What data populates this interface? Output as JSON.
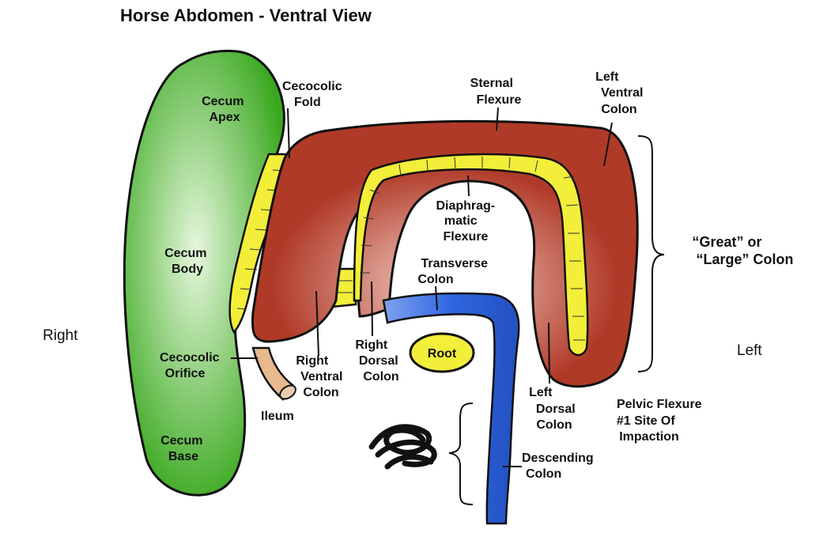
{
  "title": "Horse Abdomen - Ventral View",
  "sides": {
    "right": "Right",
    "left": "Left"
  },
  "labels": {
    "cecum_apex": [
      "Cecum",
      "Apex"
    ],
    "cecum_body": [
      "Cecum",
      "Body"
    ],
    "cecum_base": [
      "Cecum",
      "Base"
    ],
    "cecocolic_fold": [
      "Cecocolic",
      "Fold"
    ],
    "cecocolic_orifice": [
      "Cecocolic",
      "Orifice"
    ],
    "ileum": "Ileum",
    "sternal_flexure": [
      "Sternal",
      "Flexure"
    ],
    "left_ventral_colon": [
      "Left",
      "Ventral",
      "Colon"
    ],
    "diaphragmatic_flexure": [
      "Diaphrag-",
      "matic",
      "Flexure"
    ],
    "transverse_colon": [
      "Transverse",
      "Colon"
    ],
    "root": "Root",
    "right_ventral_colon": [
      "Right",
      "Ventral",
      "Colon"
    ],
    "right_dorsal_colon": [
      "Right",
      "Dorsal",
      "Colon"
    ],
    "left_dorsal_colon": [
      "Left",
      "Dorsal",
      "Colon"
    ],
    "great_colon": [
      "“Great” or",
      "“Large” Colon"
    ],
    "pelvic_flexure": [
      "Pelvic Flexure",
      "#1 Site Of",
      "Impaction"
    ],
    "descending_colon": [
      "Descending",
      "Colon"
    ]
  },
  "colors": {
    "cecum": "#3aa81f",
    "cecum_highlight": "#e6f7dc",
    "colon": "#b03a28",
    "colon_highlight": "#f3d2c8",
    "fold": "#f2ee3a",
    "descending": "#2f66e0",
    "root": "#f2ee3a",
    "ileum": "#e8b88e"
  }
}
